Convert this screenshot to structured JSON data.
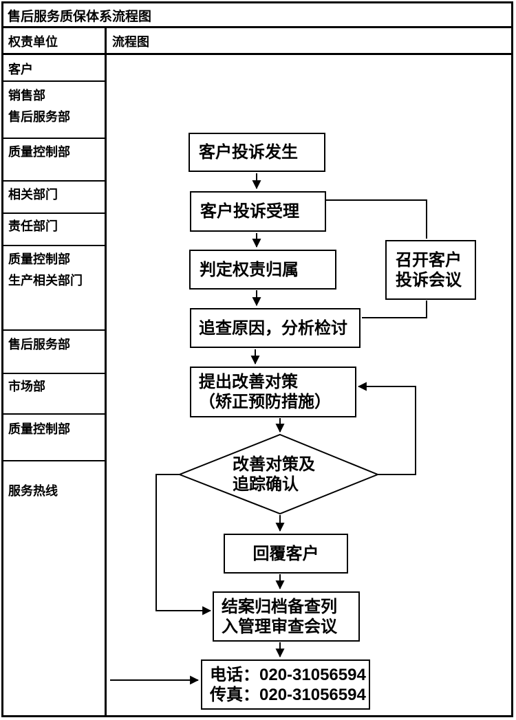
{
  "title": "售后服务质保体系流程图",
  "header": {
    "col_units": "权责单位",
    "col_flow": "流程图"
  },
  "left_column": {
    "rows": [
      {
        "label": "客户"
      },
      {
        "label": "销售部\n售后服务部"
      },
      {
        "label": "质量控制部"
      },
      {
        "label": "相关部门"
      },
      {
        "label": "责任部门"
      },
      {
        "label": "质量控制部\n生产相关部门"
      },
      {
        "label": "售后服务部"
      },
      {
        "label": "市场部"
      },
      {
        "label": "质量控制部"
      },
      {
        "label": "服务热线"
      }
    ]
  },
  "flowchart": {
    "nodes": {
      "complaint_occur": "客户投诉发生",
      "complaint_accept": "客户投诉受理",
      "determine_responsibility": "判定权责归属",
      "investigate_cause": "追查原因，分析检讨",
      "improvement_measures": "提出改善对策\n（矫正预防措施）",
      "customer_meeting": "召开客户\n投诉会议",
      "decision_followup": "改善对策及\n追踪确认",
      "reply_customer": "回覆客户",
      "close_case": "结案归档备查列\n入管理审查会议",
      "contact": "电话：020-31056594\n传真：020-31056594"
    },
    "edges": [
      "complaint_occur -> complaint_accept",
      "complaint_accept -> customer_meeting",
      "customer_meeting -> investigate_cause",
      "complaint_accept -> determine_responsibility",
      "determine_responsibility -> investigate_cause",
      "investigate_cause -> improvement_measures",
      "improvement_measures -> decision_followup",
      "decision_followup -> reply_customer",
      "decision_followup -> improvement_measures (loop right)",
      "decision_followup -> close_case (loop left)",
      "reply_customer -> close_case",
      "close_case -> contact",
      "service_hotline -> contact"
    ]
  },
  "colors": {
    "line": "#000000",
    "background": "#ffffff",
    "text": "#000000"
  }
}
